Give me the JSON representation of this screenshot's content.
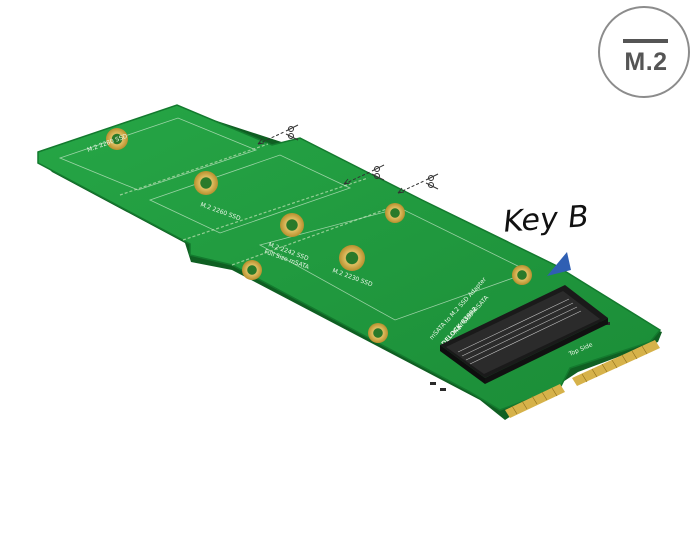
{
  "badge": {
    "label": "M.2"
  },
  "key_label": "Key B",
  "board": {
    "silkscreen": {
      "ssd_2280": "M.2 2280 SSD",
      "ssd_2260": "M.2 2260 SSD",
      "ssd_2242": "M.2 2242 SSD",
      "full_size_msata": "Full Size mSATA",
      "ssd_2230": "M.2 2230 SSD",
      "half_size_msata": "Half Size mSATA",
      "adapter_line1": "mSATA to M.2 SSD Adapter",
      "adapter_line2": "DELOCK 63992",
      "top_side": "Top Side"
    }
  },
  "icons": {
    "cut_marks": [
      "scissors-icon",
      "scissors-icon",
      "scissors-icon"
    ],
    "key_pointer": "triangle-pointer-icon"
  },
  "colors": {
    "pcb": "#1f9a3c",
    "pcb_dark": "#147a2c",
    "gold": "#c9a13a",
    "connector": "#1b1b1b",
    "key_arrow": "#2f5fb3"
  }
}
